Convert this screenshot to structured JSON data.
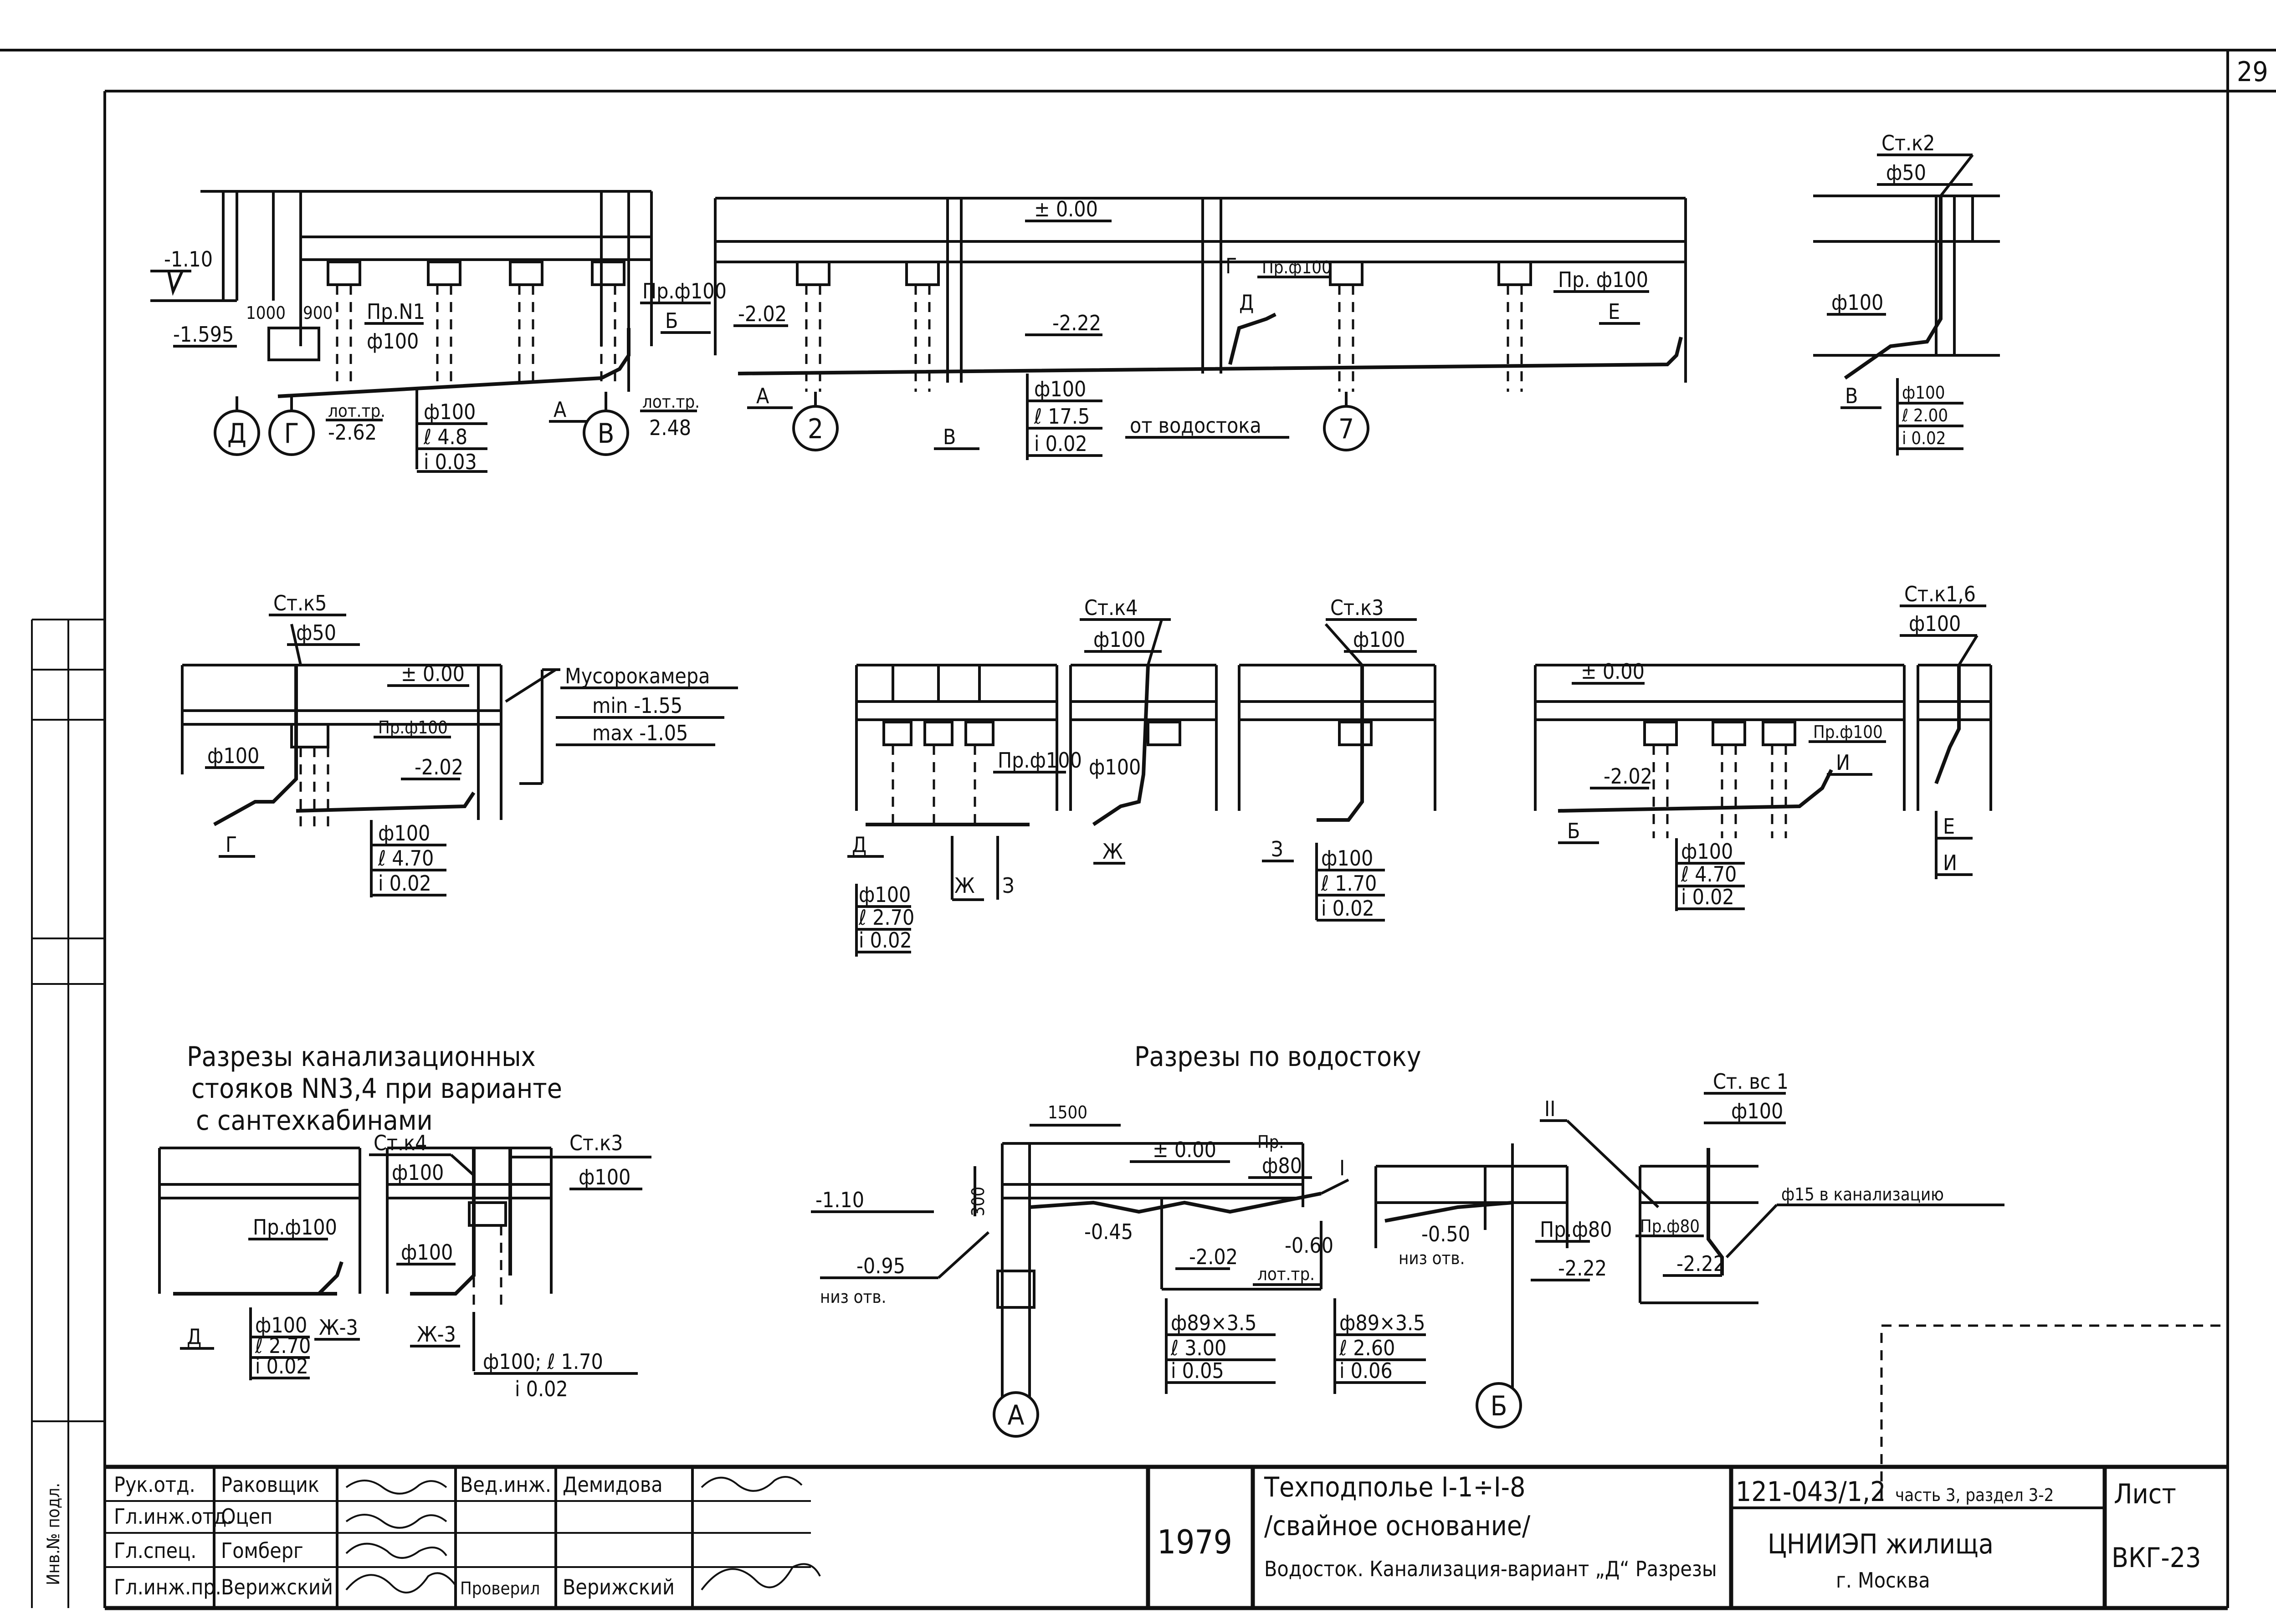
{
  "sheet": {
    "number": "29"
  },
  "top": {
    "s1": {
      "lvl1": "-1.10",
      "lvl2": "-1.595",
      "d1000": "1000",
      "d900": "900",
      "pr1": "Пр.N1",
      "pr1d": "ф100",
      "pr2": "Пр.ф100",
      "letB": "Б",
      "lot1": "лот.тр.",
      "lot1v": "-2.62",
      "lot2": "лот.тр.",
      "lot2v": "2.48",
      "p1": "ф100",
      "p2": "ℓ 4.8",
      "p3": "i 0.03",
      "letA": "А",
      "axes": [
        "Д",
        "Г",
        "В"
      ]
    },
    "s2": {
      "zero": "± 0.00",
      "l1": "-2.02",
      "l2": "-2.22",
      "letA": "А",
      "ax2": "2",
      "letB": "В",
      "p1": "ф100",
      "p2": "ℓ 17.5",
      "p3": "i 0.02",
      "vod": "от водостока",
      "ax7": "7",
      "g": "Г",
      "prg": "Пр.ф100",
      "d": "Д",
      "pre": "Пр. ф100",
      "e": "Е"
    },
    "s3": {
      "st": "Ст.к2",
      "std": "ф50",
      "d": "ф100",
      "b": "В",
      "p1": "ф100",
      "p2": "ℓ 2.00",
      "p3": "i 0.02"
    }
  },
  "mid": {
    "k5": {
      "st": "Ст.к5",
      "std": "ф50",
      "zero": "± 0.00",
      "room": "Мусорокамера",
      "min": "min -1.55",
      "max": "max -1.05",
      "pr": "Пр.ф100",
      "l": "-2.02",
      "d": "ф100",
      "g": "Г",
      "p1": "ф100",
      "p2": "ℓ 4.70",
      "p3": "i 0.02"
    },
    "k4": {
      "st": "Ст.к4",
      "std": "ф100",
      "pr": "Пр.ф100",
      "d": "ф100",
      "a": "Д",
      "zh1": "Ж",
      "z": "З",
      "zh2": "Ж",
      "p1": "ф100",
      "p2": "ℓ 2.70",
      "p3": "i 0.02"
    },
    "k3": {
      "st": "Ст.к3",
      "std": "ф100",
      "z": "З",
      "p1": "ф100",
      "p2": "ℓ 1.70",
      "p3": "i 0.02"
    },
    "k16": {
      "zero": "± 0.00",
      "pr": "Пр.ф100",
      "i": "И",
      "l": "-2.02",
      "b": "Б",
      "p1": "ф100",
      "p2": "ℓ 4.70",
      "p3": "i 0.02",
      "st": "Ст.к1,6",
      "std": "ф100",
      "e": "Е",
      "i2": "И"
    }
  },
  "bottom": {
    "title1": "Разрезы канализационных",
    "title2": "стояков NN3,4 при варианте",
    "title3": "с сантехкабинами",
    "k4": "Ст.к4",
    "k4d": "ф100",
    "k3": "Ст.к3",
    "k3d": "ф100",
    "pr": "Пр.ф100",
    "d": "ф100",
    "letD": "Д",
    "p1": "ф100",
    "p2": "ℓ 2.70",
    "p3": "i 0.02",
    "zh3a": "Ж-3",
    "zh3b": "Ж-3",
    "pl": "ф100; ℓ 1.70",
    "pi": "i 0.02"
  },
  "drain": {
    "title": "Разрезы по водостоку",
    "d1500": "1500",
    "d300": "300",
    "lv1": "-1.10",
    "lv2": "-0.95",
    "niz": "низ отв.",
    "zero": "± 0.00",
    "lv045": "-0.45",
    "rom1": "I",
    "rom2": "II",
    "pr80": "Пр.",
    "pr80d": "ф80",
    "lv202": "-2.02",
    "lv060": "-0.60",
    "lot": "лот.тр.",
    "lv050": "-0.50",
    "niz2": "низ отв.",
    "pr80b": "Пр.ф80",
    "lv222": "-2.22",
    "a1": "ф89×3.5",
    "a2": "ℓ 3.00",
    "a3": "i 0.05",
    "b1": "ф89×3.5",
    "b2": "ℓ 2.60",
    "b3": "i 0.06",
    "axA": "А",
    "axB": "Б",
    "vc": "Ст. вс 1",
    "vcd": "ф100",
    "prv": "Пр.ф80",
    "lv222b": "-2.22",
    "kan": "ф15 в канализацию"
  },
  "stamp": {
    "side": "Инв.№ подл.",
    "roles": [
      "Рук.отд.",
      "Гл.инж.отд.",
      "Гл.спец.",
      "Гл.инж.пр."
    ],
    "names": [
      "Раковщик",
      "Оцеп",
      "Гомберг",
      "Верижский"
    ],
    "role2a": "Вед.инж.",
    "name2a": "Демидова",
    "role2b": "Проверил",
    "name2b": "Верижский",
    "year": "1979",
    "title1": "Техподполье I-1÷I-8",
    "title2": "/свайное основание/",
    "title3": "Водосток. Канализация-вариант „Д“ Разрезы",
    "code": "121-043/1,2",
    "part": "часть 3, раздел 3-2",
    "org": "ЦНИИЭП жилища",
    "city": "г. Москва",
    "list_lbl": "Лист",
    "list_no": "ВКГ-23"
  }
}
